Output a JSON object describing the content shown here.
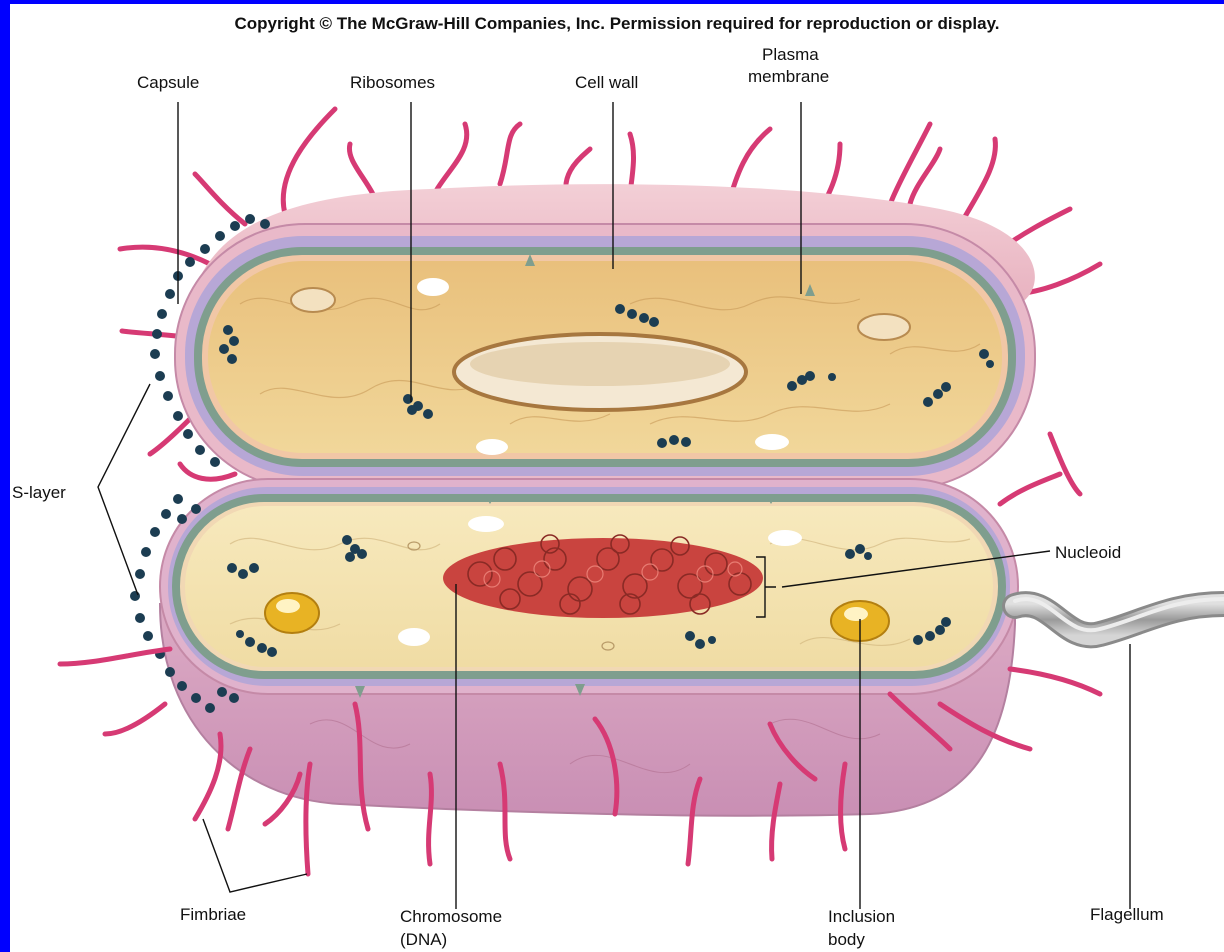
{
  "copyright": "Copyright © The McGraw-Hill Companies, Inc. Permission required for reproduction or display.",
  "labels": {
    "capsule": "Capsule",
    "ribosomes": "Ribosomes",
    "cell_wall": "Cell wall",
    "plasma_membrane_1": "Plasma",
    "plasma_membrane_2": "membrane",
    "s_layer": "S-layer",
    "nucleoid": "Nucleoid",
    "fimbriae": "Fimbriae",
    "chromosome_1": "Chromosome",
    "chromosome_2": "(DNA)",
    "inclusion_1": "Inclusion",
    "inclusion_2": "body",
    "flagellum": "Flagellum"
  },
  "colors": {
    "border": "#0000ff",
    "capsule": "#e9b9c9",
    "wall": "#b7a7d6",
    "membrane": "#7f9e8e",
    "cytoplasm_top": "#e8c98a",
    "cytoplasm_bottom": "#f4e3b0",
    "fimbria": "#d63a74",
    "ribosome": "#1c3d52",
    "dna": "#c9443f",
    "inclusion": "#e8b324",
    "flagellum": "#b9b9b9"
  }
}
